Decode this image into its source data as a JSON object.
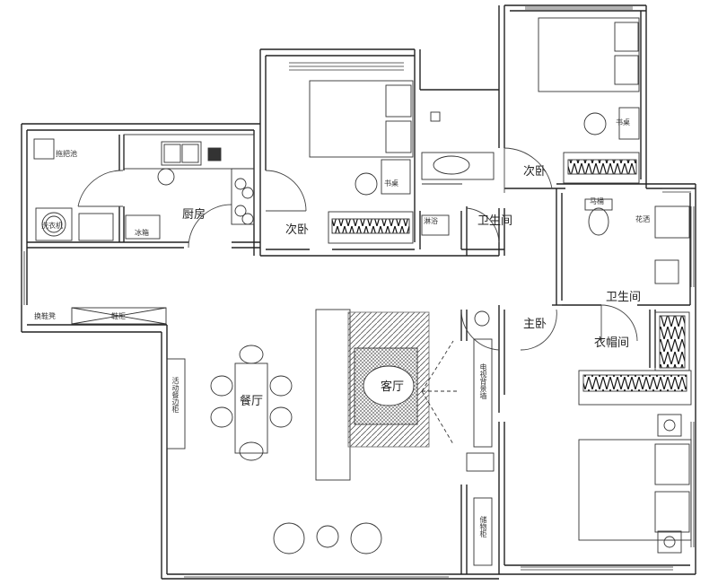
{
  "rooms": {
    "kitchen": "厨房",
    "second_bedroom_left": "次卧",
    "second_bedroom_right": "次卧",
    "bathroom_1": "卫生间",
    "bathroom_2": "卫生间",
    "master_bedroom": "主卧",
    "walk_in_closet": "衣帽间",
    "dining_room": "餐厅",
    "living_room": "客厅"
  },
  "fixtures": {
    "mop_pool": "拖把池",
    "washing_machine": "洗衣机",
    "fridge": "冰箱",
    "desk_left": "书桌",
    "desk_right": "书桌",
    "shower": "淋浴",
    "toilet": "马桶",
    "shower_2": "花洒",
    "shoe_change": "换鞋凳",
    "shoe_cabinet": "鞋柜",
    "sideboard": "活动餐边柜",
    "tv_cabinet": "电视背景墙",
    "storage": "储物柜"
  }
}
